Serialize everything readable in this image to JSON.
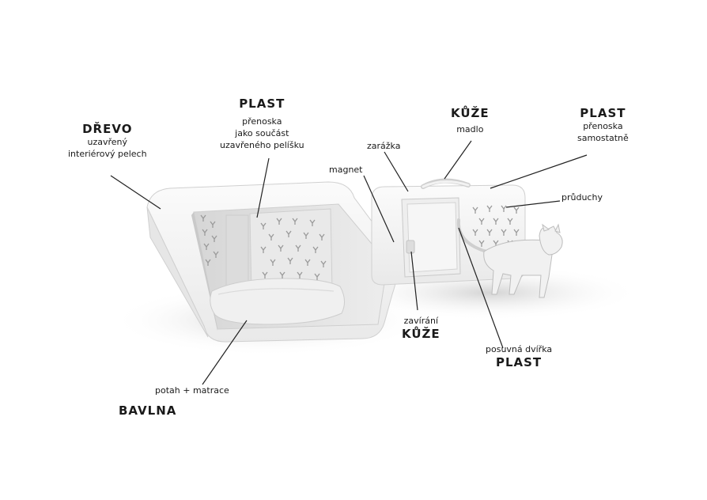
{
  "labels": {
    "drevo": {
      "title": "DŘEVO",
      "line1": "uzavřený",
      "line2": "interiérový pelech"
    },
    "plast_left": {
      "title": "PLAST",
      "line1": "přenoska",
      "line2": "jako součást",
      "line3": "uzavřeného pelíšku"
    },
    "zarazka": "zarážka",
    "kuze_top": {
      "title": "KŮŽE",
      "sub": "madlo"
    },
    "plast_right": {
      "title": "PLAST",
      "line1": "přenoska",
      "line2": "samostatně"
    },
    "magnet": "magnet",
    "pruduchy": "průduchy",
    "zavirani": {
      "sub": "zavírání",
      "title": "KŮŽE"
    },
    "dvirka": {
      "sub": "posuvná dvířka",
      "title": "PLAST"
    },
    "potah": "potah + matrace",
    "bavlna": "BAVLNA"
  },
  "colors": {
    "ink": "#1a1a1a",
    "shell": "#f4f4f4",
    "shadow": "#d8d8d8",
    "interior": "#e2e2e2"
  }
}
